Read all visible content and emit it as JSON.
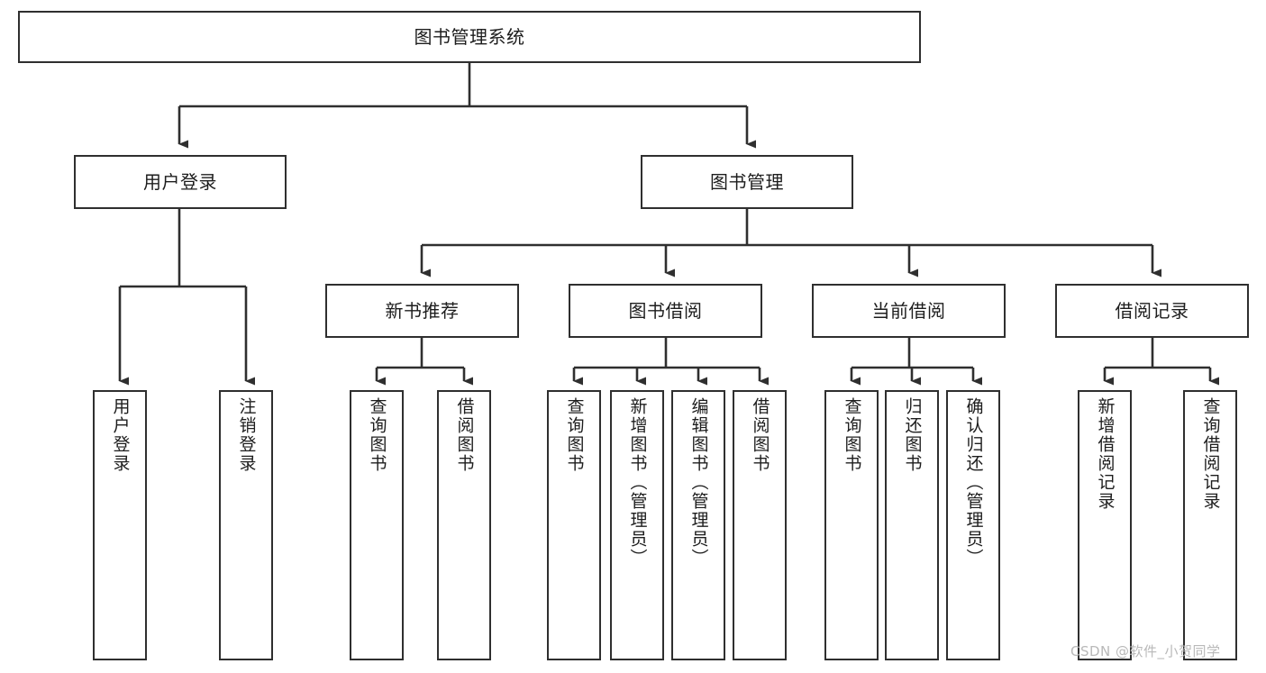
{
  "diagram": {
    "type": "tree-hierarchy",
    "title": "图书管理系统",
    "watermark": "CSDN @软件_小贺同学",
    "colors": {
      "box_border": "#2f2f2f",
      "box_fill": "#ffffff",
      "connector": "#2f2f2f",
      "text": "#1d1d1d",
      "watermark": "#b9b9b9",
      "background": "#ffffff"
    },
    "root": {
      "label": "图书管理系统"
    },
    "level2": [
      {
        "label": "用户登录"
      },
      {
        "label": "图书管理"
      }
    ],
    "level3": [
      {
        "label": "新书推荐"
      },
      {
        "label": "图书借阅"
      },
      {
        "label": "当前借阅"
      },
      {
        "label": "借阅记录"
      }
    ],
    "leaves": {
      "user_login": [
        {
          "label": "用户登录"
        },
        {
          "label": "注销登录"
        }
      ],
      "new_book_recommend": [
        {
          "label": "查询图书"
        },
        {
          "label": "借阅图书"
        }
      ],
      "book_borrow": [
        {
          "label": "查询图书"
        },
        {
          "label": "新增图书（管理员）"
        },
        {
          "label": "编辑图书（管理员）"
        },
        {
          "label": "借阅图书"
        }
      ],
      "current_borrow": [
        {
          "label": "查询图书"
        },
        {
          "label": "归还图书"
        },
        {
          "label": "确认归还（管理员）"
        }
      ],
      "borrow_record": [
        {
          "label": "新增借阅记录"
        },
        {
          "label": "查询借阅记录"
        }
      ]
    }
  }
}
